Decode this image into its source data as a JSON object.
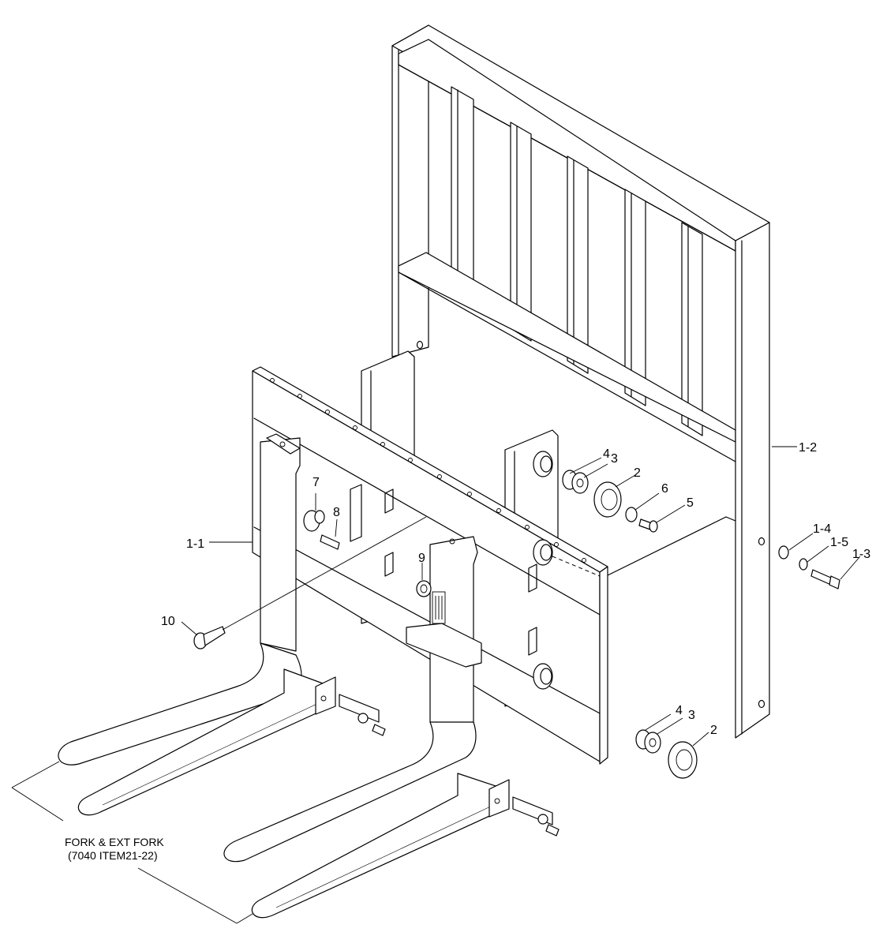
{
  "callouts": {
    "c1_1": "1-1",
    "c1_2": "1-2",
    "c1_3": "1-3",
    "c1_4": "1-4",
    "c1_5": "1-5",
    "c2a": "2",
    "c2b": "2",
    "c3a": "3",
    "c3b": "3",
    "c4a": "4",
    "c4b": "4",
    "c5": "5",
    "c6": "6",
    "c7": "7",
    "c8": "8",
    "c9": "9",
    "c10": "10"
  },
  "fork_note": {
    "line1": "FORK & EXT FORK",
    "line2": "(7040 ITEM21-22)"
  }
}
